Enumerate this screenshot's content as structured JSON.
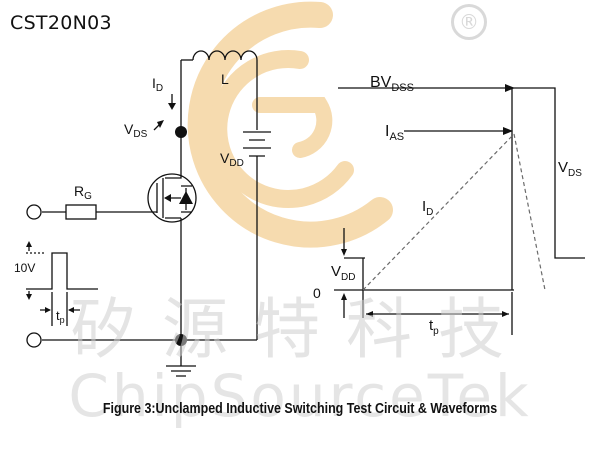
{
  "part_number": "CST20N03",
  "caption": "Figure 3:Unclamped Inductive Switching Test Circuit & Waveforms",
  "watermark": {
    "chinese": "矽源特科技",
    "english": "ChipSourceTek",
    "registered": "®"
  },
  "circuit": {
    "inductor": "L",
    "drain_current": {
      "main": "I",
      "sub": "D"
    },
    "drain_voltage": {
      "main": "V",
      "sub": "DS"
    },
    "supply": {
      "main": "V",
      "sub": "DD"
    },
    "gate_resistor": {
      "main": "R",
      "sub": "G"
    },
    "pulse_amplitude": "10V",
    "pulse_width": {
      "main": "t",
      "sub": "p"
    }
  },
  "waveform": {
    "bv_label": {
      "main": "BV",
      "sub": "DSS"
    },
    "ias_label": {
      "main": "I",
      "sub": "AS"
    },
    "id_label": {
      "main": "I",
      "sub": "D"
    },
    "vds_label": {
      "main": "V",
      "sub": "DS"
    },
    "vdd_label": {
      "main": "V",
      "sub": "DD"
    },
    "zero_label": "0",
    "tp_label": {
      "main": "t",
      "sub": "p"
    }
  },
  "colors": {
    "ink": "#111111",
    "watermark_orange": "#f2c98a",
    "watermark_gray": "#d4d4d4"
  }
}
